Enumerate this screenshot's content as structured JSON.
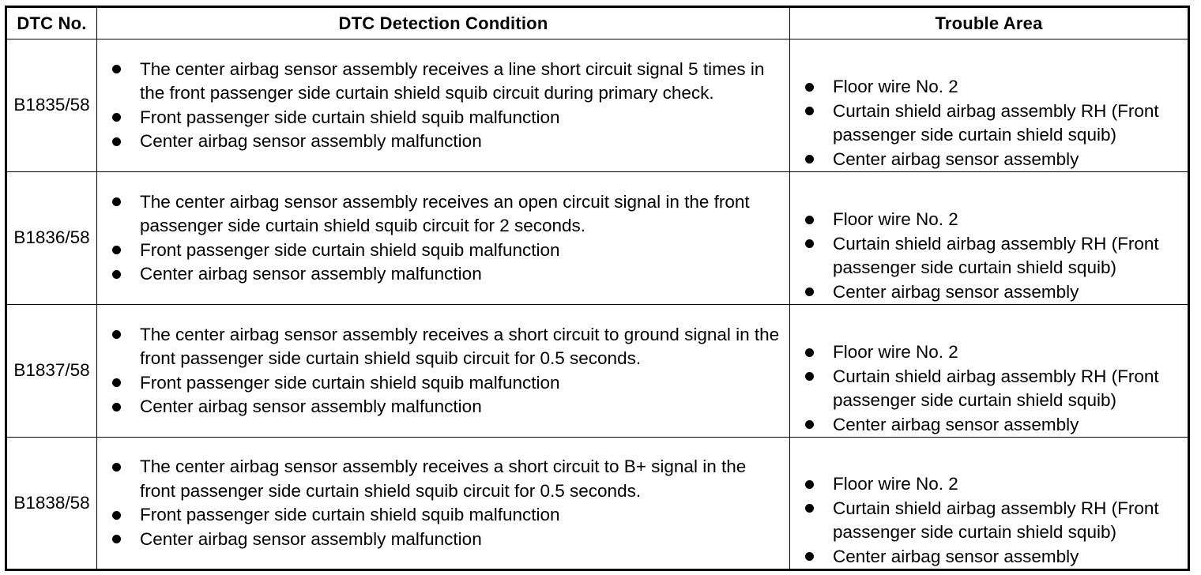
{
  "table": {
    "headers": {
      "dtc_no": "DTC No.",
      "condition": "DTC Detection Condition",
      "trouble_area": "Trouble Area"
    },
    "rows": [
      {
        "code": "B1835/58",
        "conditions": [
          "The center airbag sensor assembly receives a line short circuit signal 5 times in the front passenger side curtain shield squib circuit during primary check.",
          "Front passenger side curtain shield squib malfunction",
          "Center airbag sensor assembly malfunction"
        ],
        "areas": [
          "Floor wire No. 2",
          "Curtain shield airbag assembly RH (Front passenger side curtain shield squib)",
          "Center airbag sensor assembly"
        ]
      },
      {
        "code": "B1836/58",
        "conditions": [
          "The center airbag sensor assembly receives an open circuit signal in the front passenger side curtain shield squib circuit for 2 seconds.",
          "Front passenger side curtain shield squib malfunction",
          "Center airbag sensor assembly malfunction"
        ],
        "areas": [
          "Floor wire No. 2",
          "Curtain shield airbag assembly RH (Front passenger side curtain shield squib)",
          "Center airbag sensor assembly"
        ]
      },
      {
        "code": "B1837/58",
        "conditions": [
          "The center airbag sensor assembly receives a short circuit to ground signal in the front passenger side curtain shield squib circuit for 0.5 seconds.",
          "Front passenger side curtain shield squib malfunction",
          "Center airbag sensor assembly malfunction"
        ],
        "areas": [
          "Floor wire No. 2",
          "Curtain shield airbag assembly RH (Front passenger side curtain shield squib)",
          "Center airbag sensor assembly"
        ]
      },
      {
        "code": "B1838/58",
        "conditions": [
          "The center airbag sensor assembly receives a short circuit to B+ signal in the front passenger side curtain shield squib circuit for 0.5 seconds.",
          "Front passenger side curtain shield squib malfunction",
          "Center airbag sensor assembly malfunction"
        ],
        "areas": [
          "Floor wire No. 2",
          "Curtain shield airbag assembly RH (Front passenger side curtain shield squib)",
          "Center airbag sensor assembly"
        ]
      }
    ]
  }
}
